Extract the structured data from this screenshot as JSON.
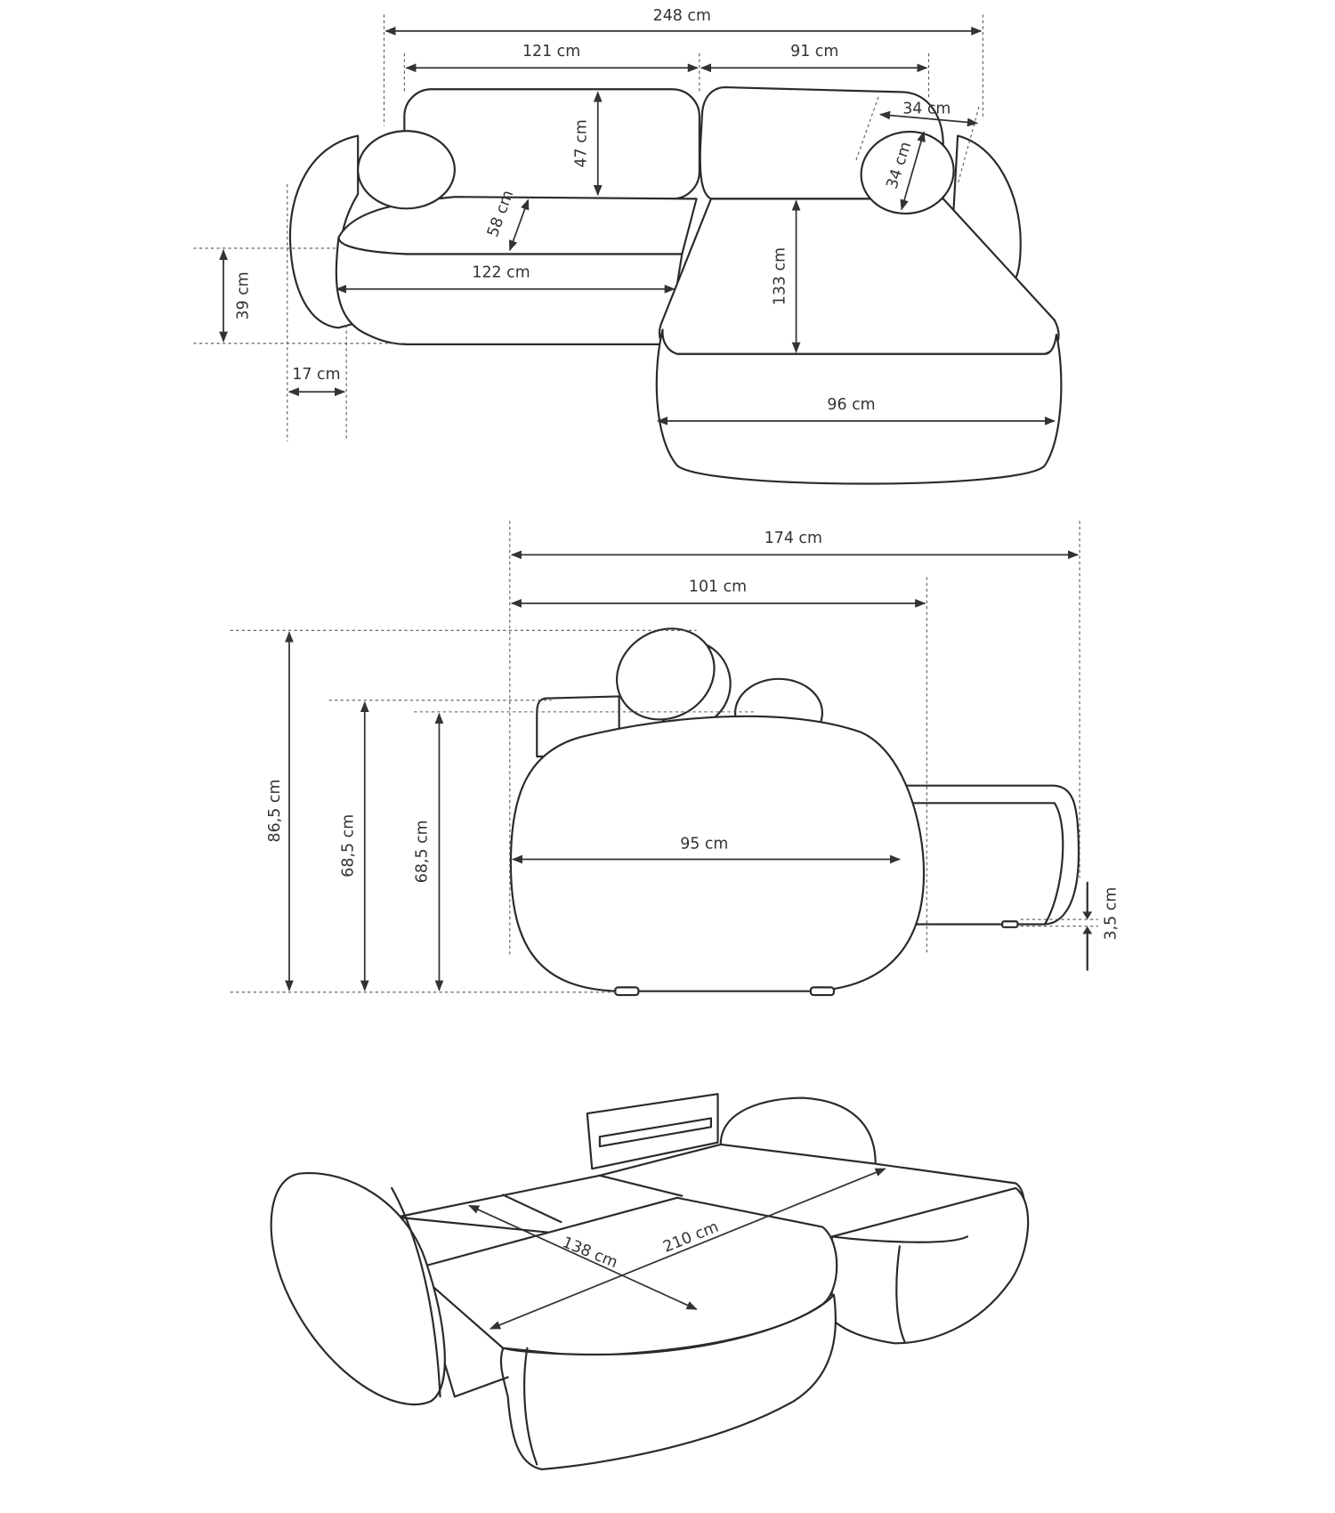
{
  "title": "Corner sofa bed dimensions",
  "top_view": {
    "overall_width": "248 cm",
    "left_section_width": "121 cm",
    "right_section_width": "91 cm",
    "bolster_length": "34 cm",
    "bolster_diameter": "34 cm",
    "backrest_height": "47 cm",
    "seat_depth": "58 cm",
    "seat_width": "122 cm",
    "armrest_height": "39 cm",
    "armrest_width": "17 cm",
    "chaise_length": "133 cm",
    "chaise_width": "96 cm"
  },
  "side_view": {
    "total_depth": "174 cm",
    "seat_section_depth": "101 cm",
    "total_height": "86,5 cm",
    "back_height": "68,5 cm",
    "arm_height": "68,5 cm",
    "front_width": "95 cm",
    "leg_height": "3,5 cm"
  },
  "bed_view": {
    "sleeping_width": "138 cm",
    "sleeping_length": "210 cm"
  }
}
